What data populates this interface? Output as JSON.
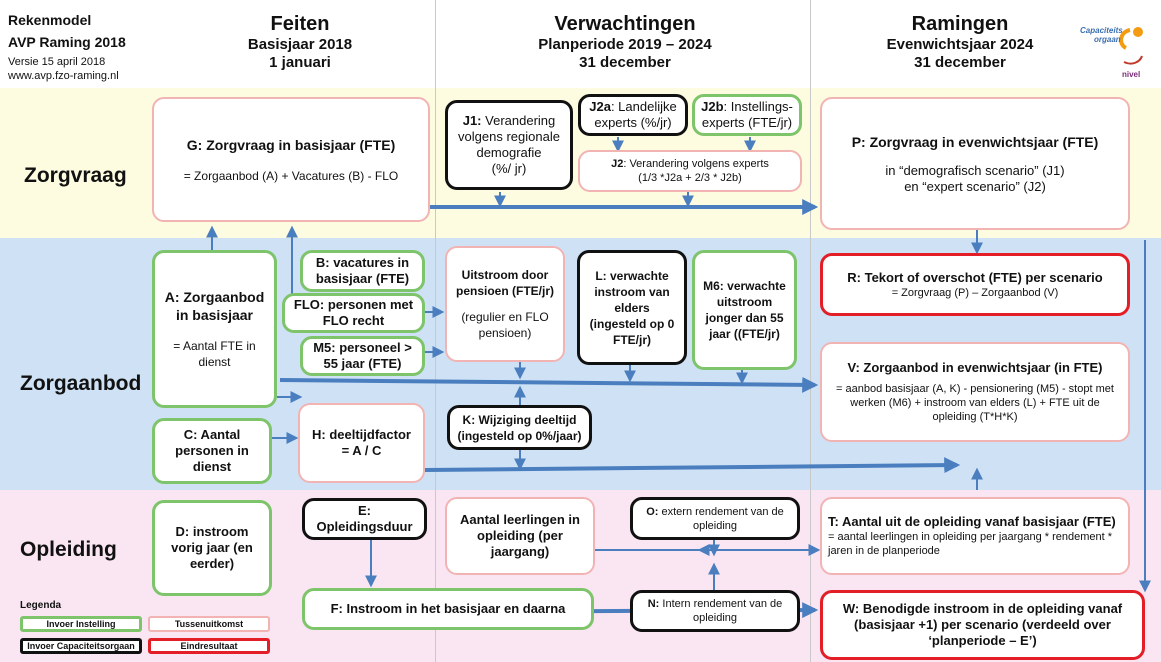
{
  "header": {
    "title_line1": "Rekenmodel",
    "title_line2": "AVP Raming 2018",
    "version": "Versie 15 april 2018",
    "url": "www.avp.fzo-raming.nl",
    "logo_text_1": "Capaciteits",
    "logo_text_2": "orgaan",
    "logo_text_3": "nivel"
  },
  "columns": {
    "feiten": {
      "title": "Feiten",
      "sub1": "Basisjaar 2018",
      "sub2": "1 januari"
    },
    "verwachtingen": {
      "title": "Verwachtingen",
      "sub1": "Planperiode 2019 – 2024",
      "sub2": "31 december"
    },
    "ramingen": {
      "title": "Ramingen",
      "sub1": "Evenwichtsjaar 2024",
      "sub2": "31 december"
    }
  },
  "sections": {
    "zorgvraag": "Zorgvraag",
    "zorgaanbod": "Zorgaanbod",
    "opleiding": "Opleiding"
  },
  "boxes": {
    "G_title": "G: Zorgvraag in basisjaar (FTE)",
    "G_formula": "= Zorgaanbod (A) + Vacatures (B) - FLO",
    "J1_code": "J1:",
    "J1_text": "Verandering volgens regionale demografie",
    "J1_unit": "(%/ jr)",
    "J2a_code": "J2a",
    "J2a_text": ": Landelijke experts (%/jr)",
    "J2b_code": "J2b",
    "J2b_text": ": Instellings-experts (FTE/jr)",
    "J2_code": "J2",
    "J2_text": ": Verandering volgens experts",
    "J2_formula": "(1/3 *J2a + 2/3 * J2b)",
    "P_title": "P: Zorgvraag in evenwichtsjaar (FTE)",
    "P_line1": "in “demografisch scenario” (J1)",
    "P_line2": "en “expert scenario” (J2)",
    "A_title": "A: Zorgaanbod in basisjaar",
    "A_formula": "= Aantal FTE in dienst",
    "B_title": "B: vacatures in basisjaar (FTE)",
    "FLO_title": "FLO: personen met FLO recht",
    "M5_title": "M5: personeel > 55 jaar (FTE)",
    "U_title": "Uitstroom door pensioen (FTE/jr)",
    "U_sub": "(regulier en FLO pensioen)",
    "L_title": "L: verwachte instroom van elders (ingesteld op 0 FTE/jr)",
    "M6_title": "M6: verwachte uitstroom jonger dan 55 jaar ((FTE/jr)",
    "R_title": "R: Tekort of overschot (FTE) per scenario",
    "R_formula": "= Zorgvraag (P) – Zorgaanbod (V)",
    "V_title": "V: Zorgaanbod in evenwichtsjaar (in FTE)",
    "V_formula": "= aanbod basisjaar (A, K) - pensionering (M5) - stopt met werken (M6) + instroom van elders (L) + FTE uit de opleiding (T*H*K)",
    "C_title": "C: Aantal personen in dienst",
    "H_title": "H: deeltijdfactor",
    "H_formula": "= A / C",
    "K_title": "K: Wijziging deeltijd",
    "K_sub": "(ingesteld op 0%/jaar)",
    "D_title": "D: instroom vorig jaar (en eerder)",
    "E_title": "E: Opleidingsduur",
    "AL_title": "Aantal leerlingen in opleiding (per jaargang)",
    "O_code": "O:",
    "O_text": "extern rendement van de opleiding",
    "N_code": "N:",
    "N_text": "Intern rendement van de opleiding",
    "T_title": "T: Aantal uit de opleiding vanaf basisjaar (FTE)",
    "T_formula": "= aantal leerlingen in opleiding per jaargang * rendement * jaren in de planperiode",
    "F_title": "F: Instroom in het basisjaar en daarna",
    "W_title": "W: Benodigde instroom in de opleiding vanaf (basisjaar +1) per scenario (verdeeld over ‘planperiode – E’)"
  },
  "legend": {
    "title": "Legenda",
    "invoer_instelling": "Invoer Instelling",
    "tussenuitkomst": "Tussenuitkomst",
    "invoer_capaciteitsorgaan": "Invoer Capaciteitsorgaan",
    "eindresultaat": "Eindresultaat"
  },
  "colors": {
    "green_border": "#7ec46a",
    "pink_border": "#f2b3b3",
    "black_border": "#111111",
    "red_border": "#e41e26",
    "arrow": "#4a7ebf",
    "band_zorgvraag": "#fdfbe0",
    "band_zorgaanbod": "#cfe2f5",
    "band_opleiding": "#f9e6f2"
  }
}
